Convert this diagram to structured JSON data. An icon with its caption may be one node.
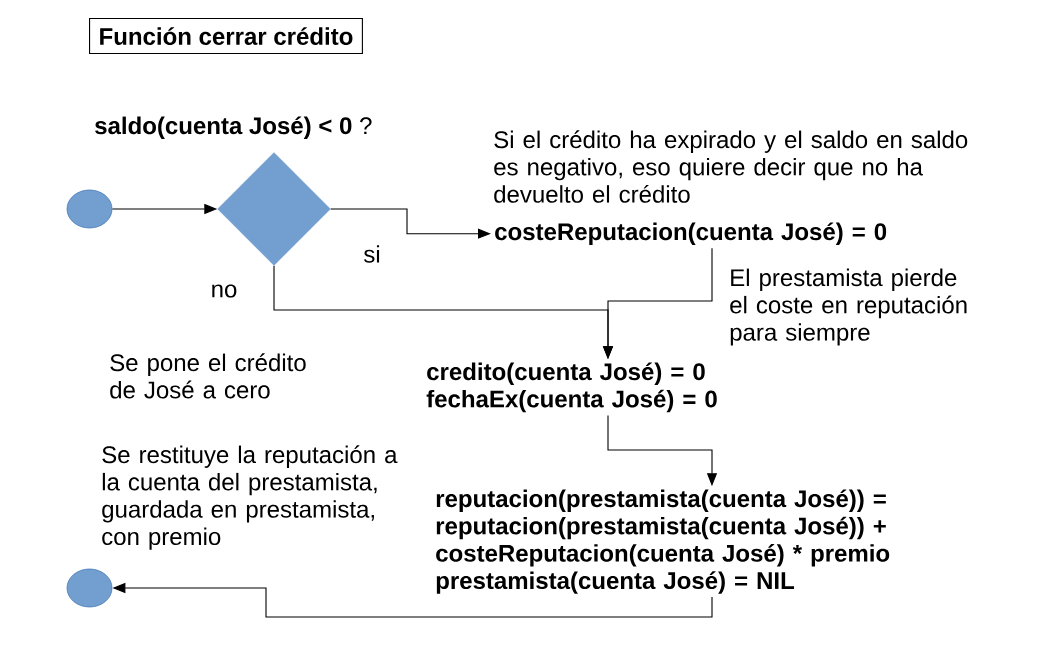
{
  "diagram": {
    "title": "Función cerrar crédito",
    "nodes": [
      {
        "text": [],
        "shape": "circle"
      },
      {
        "text": [
          "**saldo(cuenta José) < 0** ?"
        ]
      },
      {
        "text": [
          "costeReputacion(cuenta José) = 0"
        ],
        "beside": [
          "Si el crédito ha expirado y el saldo en saldo es negativo, eso quiere decir que no ha devuelto el crédito",
          "El prestamista pierde el coste en reputación para siempre"
        ]
      },
      {
        "text": [
          "credito(cuenta José) = 0",
          "fechaEx(cuenta José) = 0"
        ]
      },
      {
        "text": [
          "reputacion(prestamista(cuenta José)) = reputacion(prestamista(cuenta José)) + costeReputacion(cuenta José) * premio",
          "prestamista(cuenta José) = NIL"
        ]
      },
      {
        "text": [],
        "shape": "circle"
      }
    ],
    "edges": [
      {
        "from": 0,
        "to": 1,
        "arrow": "to"
      },
      {
        "from": 1,
        "to": 2,
        "arrow": "to",
        "label": "si"
      },
      {
        "from": 1,
        "to": 3,
        "arrow": "to",
        "label": "no"
      },
      {
        "from": 2,
        "to": 3,
        "arrow": "to"
      },
      {
        "from": 3,
        "to": 4,
        "arrow": "to"
      },
      {
        "from": 4,
        "to": 5,
        "arrow": "to"
      }
    ],
    "labels": [
      "Se pone el crédito de José a cero",
      "Se restituye la reputación a la cuenta del prestamista, guardada en prestamista, con premio"
    ]
  }
}
